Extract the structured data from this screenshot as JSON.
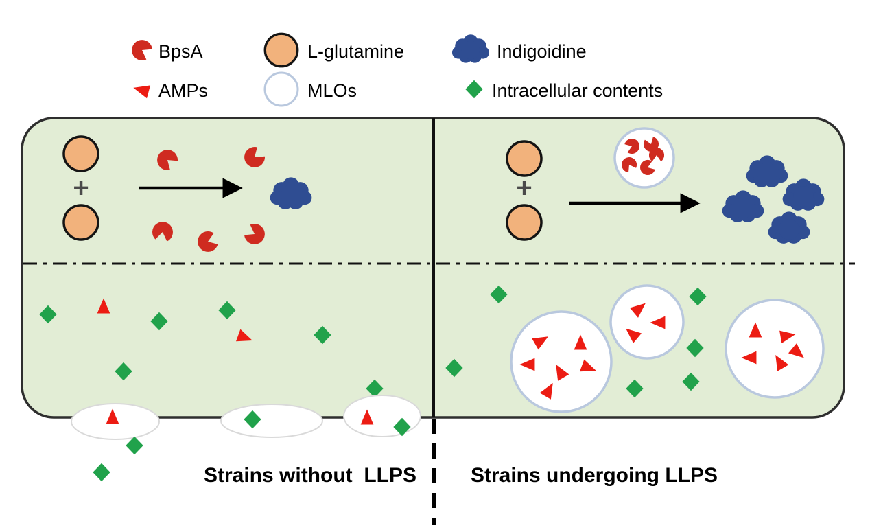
{
  "legend": {
    "items": [
      {
        "id": "bpsa",
        "label": "BpsA"
      },
      {
        "id": "l-glutamine",
        "label": "L-glutamine"
      },
      {
        "id": "indigoidine",
        "label": "Indigoidine"
      },
      {
        "id": "amps",
        "label": "AMPs"
      },
      {
        "id": "mlos",
        "label": "MLOs"
      },
      {
        "id": "intracellular-contents",
        "label": "Intracellular contents"
      }
    ]
  },
  "figure": {
    "plus": "+",
    "left_panel_label": "Strains without  LLPS",
    "right_panel_label": "Strains undergoing LLPS"
  },
  "colors": {
    "bpsa_red": "#cf2b20",
    "amp_red": "#ec1c13",
    "indigoidine_blue": "#2f4d92",
    "glutamine_orange": "#f2b27c",
    "diamond_green": "#21a24b",
    "mlo_stroke": "#b9c8de",
    "cell_fill": "#e2edd5",
    "cell_stroke": "#2e2e2e"
  }
}
